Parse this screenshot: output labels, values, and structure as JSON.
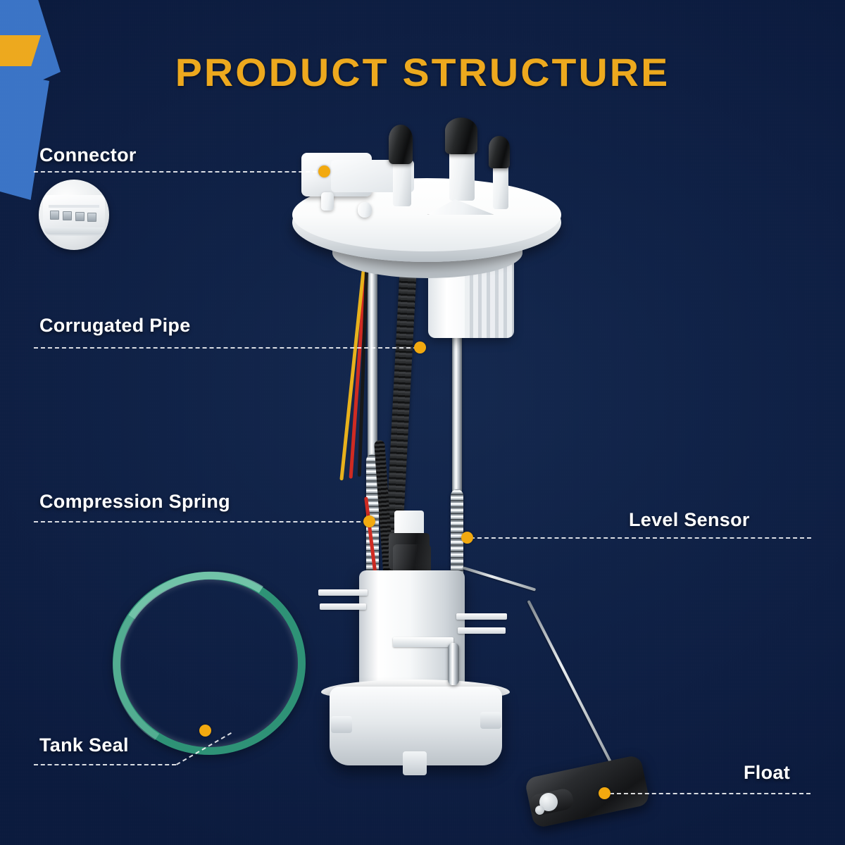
{
  "page": {
    "title": "PRODUCT STRUCTURE",
    "background_color": "#0d2048",
    "accent_color": "#EDA91E",
    "marker_color": "#F2A90F",
    "label_color": "#FFFFFF",
    "seal_color": "#2E9276",
    "decoration_blue": "#3B74C6"
  },
  "callouts": [
    {
      "id": "connector",
      "label": "Connector",
      "side": "left",
      "has_inset": true
    },
    {
      "id": "corrugated-pipe",
      "label": "Corrugated Pipe",
      "side": "left",
      "has_inset": false
    },
    {
      "id": "compression-spring",
      "label": "Compression Spring",
      "side": "left",
      "has_inset": false
    },
    {
      "id": "tank-seal",
      "label": "Tank Seal",
      "side": "left",
      "has_inset": true
    },
    {
      "id": "level-sensor",
      "label": "Level Sensor",
      "side": "right",
      "has_inset": false
    },
    {
      "id": "float",
      "label": "Float",
      "side": "right",
      "has_inset": false
    }
  ],
  "product": {
    "name": "fuel-pump-module-assembly",
    "parts": [
      "top-flange-plate",
      "electrical-connector",
      "fuel-outlet-ports",
      "reservoir-cylinder",
      "guide-rods",
      "compression-springs",
      "corrugated-hose",
      "wiring-harness",
      "pump-housing",
      "level-sensor-arm",
      "float",
      "tank-seal-oring"
    ]
  }
}
